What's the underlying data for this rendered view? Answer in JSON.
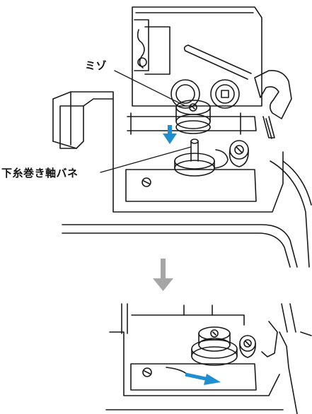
{
  "labels": {
    "groove": "ミゾ",
    "spindle_spring": "下糸巻き軸バネ"
  },
  "colors": {
    "line": "#1a1a1a",
    "accent": "#1f8fcf",
    "divider_arrow": "#a6a6a6",
    "background": "#ffffff"
  },
  "icons": {
    "down_arrow": "arrow-down-blue",
    "step_arrow": "arrow-down-gray",
    "slide_arrow": "arrow-right-blue"
  }
}
